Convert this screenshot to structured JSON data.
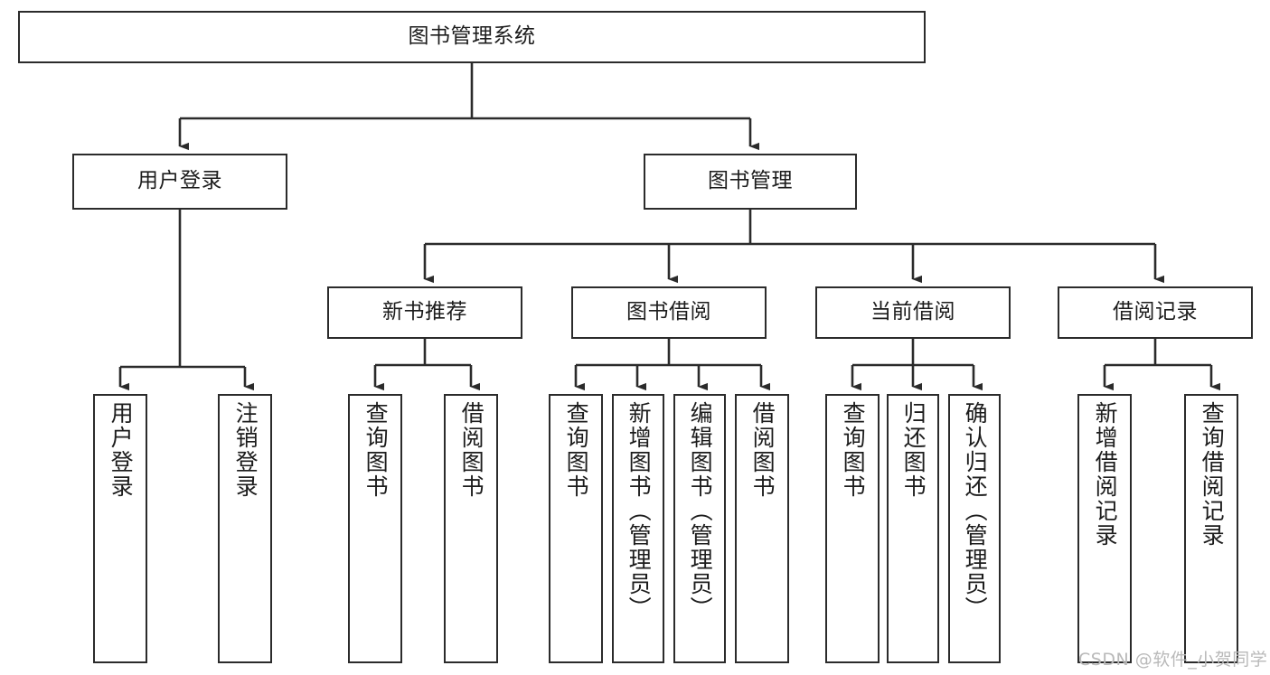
{
  "diagram": {
    "title": "图书管理系统",
    "root": {
      "label": "图书管理系统"
    },
    "level2": [
      {
        "label": "用户登录"
      },
      {
        "label": "图书管理"
      }
    ],
    "level3": [
      {
        "label": "新书推荐"
      },
      {
        "label": "图书借阅"
      },
      {
        "label": "当前借阅"
      },
      {
        "label": "借阅记录"
      }
    ],
    "leaves_user_login": [
      {
        "label": "用户登录"
      },
      {
        "label": "注销登录"
      }
    ],
    "leaves_new_book": [
      {
        "label": "查询图书"
      },
      {
        "label": "借阅图书"
      }
    ],
    "leaves_borrow": [
      {
        "label": "查询图书"
      },
      {
        "label": "新增图书（管理员）"
      },
      {
        "label": "编辑图书（管理员）"
      },
      {
        "label": "借阅图书"
      }
    ],
    "leaves_current": [
      {
        "label": "查询图书"
      },
      {
        "label": "归还图书"
      },
      {
        "label": "确认归还（管理员）"
      }
    ],
    "leaves_records": [
      {
        "label": "新增借阅记录"
      },
      {
        "label": "查询借阅记录"
      }
    ]
  },
  "watermark": {
    "text": "CSDN @软件_小贺同学"
  },
  "colors": {
    "stroke": "#2b2b2b",
    "background": "#ffffff",
    "text": "#1c1c1c",
    "watermark": "#b9b9b9"
  }
}
